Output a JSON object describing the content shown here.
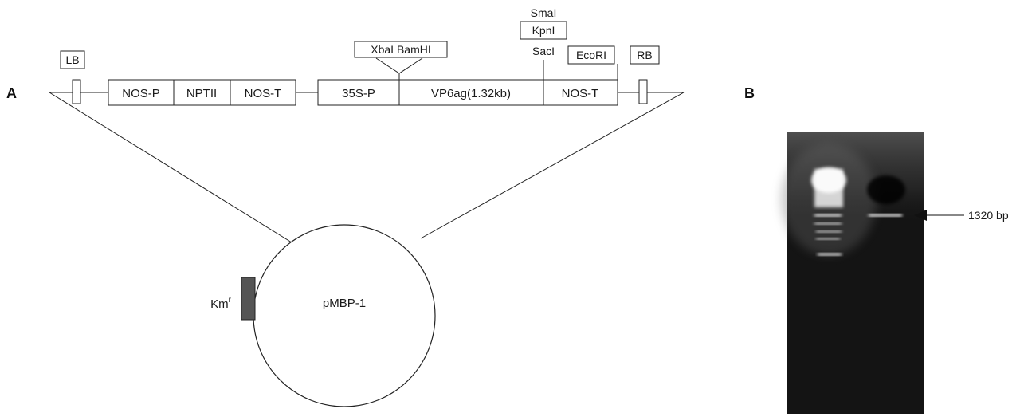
{
  "panels": {
    "a": "A",
    "b": "B"
  },
  "construct": {
    "border_left": "LB",
    "border_right": "RB",
    "segments": [
      "NOS-P",
      "NPTII",
      "NOS-T",
      "35S-P",
      "VP6ag(1.32kb)",
      "NOS-T"
    ],
    "sites": {
      "xbai_bamhi": "XbaI BamHI",
      "smai": "SmaI",
      "kpni": "KpnI",
      "saci": "SacI",
      "ecori": "EcoRI"
    }
  },
  "plasmid": {
    "name": "pMBP-1",
    "marker": "Km",
    "marker_superscript": "r"
  },
  "gel": {
    "band_label": "1320 bp"
  },
  "colors": {
    "line": "#222222",
    "marker_fill": "#555555",
    "gel_dark": "#141414"
  }
}
